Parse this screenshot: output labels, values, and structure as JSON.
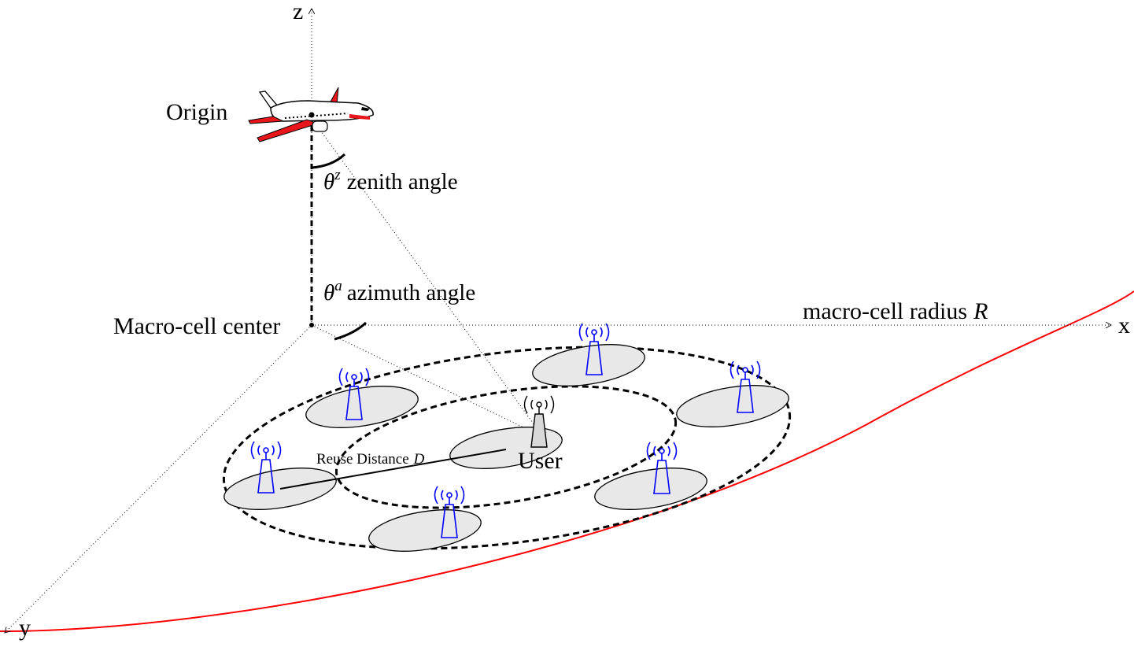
{
  "axes": {
    "x_label": "x",
    "y_label": "y",
    "z_label": "z"
  },
  "labels": {
    "origin": "Origin",
    "zenith_symbol": "θ",
    "zenith_sup": "z",
    "zenith_text": "zenith angle",
    "azimuth_symbol": "θ",
    "azimuth_sup": "a",
    "azimuth_text": "azimuth angle",
    "macro_center": "Macro-cell center",
    "macro_radius_text": "macro-cell radius",
    "macro_radius_symbol": "R",
    "reuse_text": "Reuse Distance",
    "reuse_symbol": "D",
    "user": "User"
  },
  "colors": {
    "boundary": "#ff0000",
    "bs_icon": "#0000ff",
    "user_icon": "#000000",
    "cell_fill": "#e8e8e8",
    "aircraft_accent": "#e8161b"
  },
  "icons": {
    "aircraft": "airplane-icon",
    "base_station": "cell-tower-icon",
    "user_terminal": "user-antenna-icon"
  },
  "cells": {
    "count": 7,
    "user_cell_index": 0
  }
}
